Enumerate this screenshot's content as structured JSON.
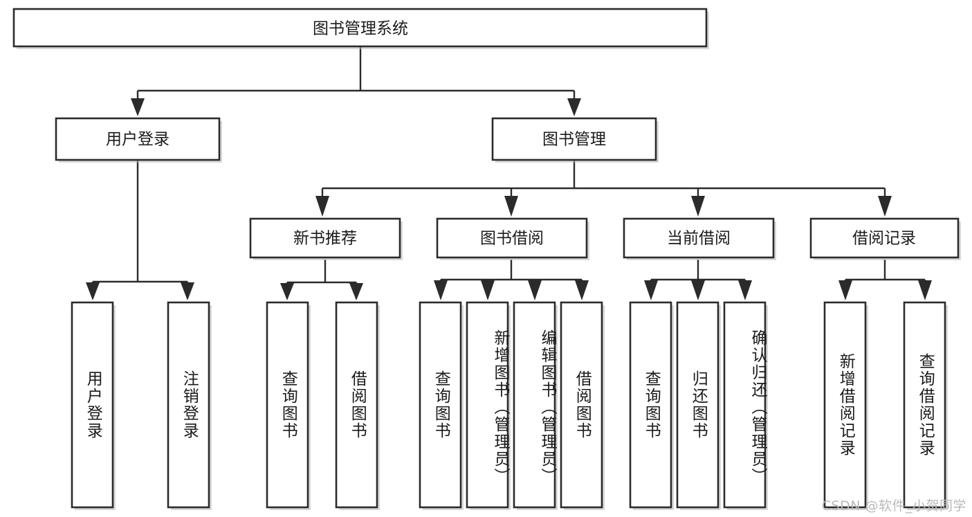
{
  "diagram": {
    "type": "tree-hierarchy",
    "title": "图书管理系统",
    "background_color": "#ffffff",
    "line_color": "#2b2b2b",
    "text_color": "#1a1a1a",
    "watermark": "CSDN @软件_小贺同学"
  },
  "root": {
    "label": "图书管理系统"
  },
  "level2": [
    {
      "label": "用户登录"
    },
    {
      "label": "图书管理"
    }
  ],
  "level3": [
    {
      "label": "新书推荐"
    },
    {
      "label": "图书借阅"
    },
    {
      "label": "当前借阅"
    },
    {
      "label": "借阅记录"
    }
  ],
  "leaves": {
    "user_login": [
      {
        "label": "用户登录"
      },
      {
        "label": "注销登录"
      }
    ],
    "new_book_recommend": [
      {
        "label": "查询图书"
      },
      {
        "label": "借阅图书"
      }
    ],
    "book_borrow": [
      {
        "label": "查询图书"
      },
      {
        "label": "新增图书（管理员）"
      },
      {
        "label": "编辑图书（管理员）"
      },
      {
        "label": "借阅图书"
      }
    ],
    "current_borrow": [
      {
        "label": "查询图书"
      },
      {
        "label": "归还图书"
      },
      {
        "label": "确认归还（管理员）"
      }
    ],
    "borrow_record": [
      {
        "label": "新增借阅记录"
      },
      {
        "label": "查询借阅记录"
      }
    ]
  }
}
